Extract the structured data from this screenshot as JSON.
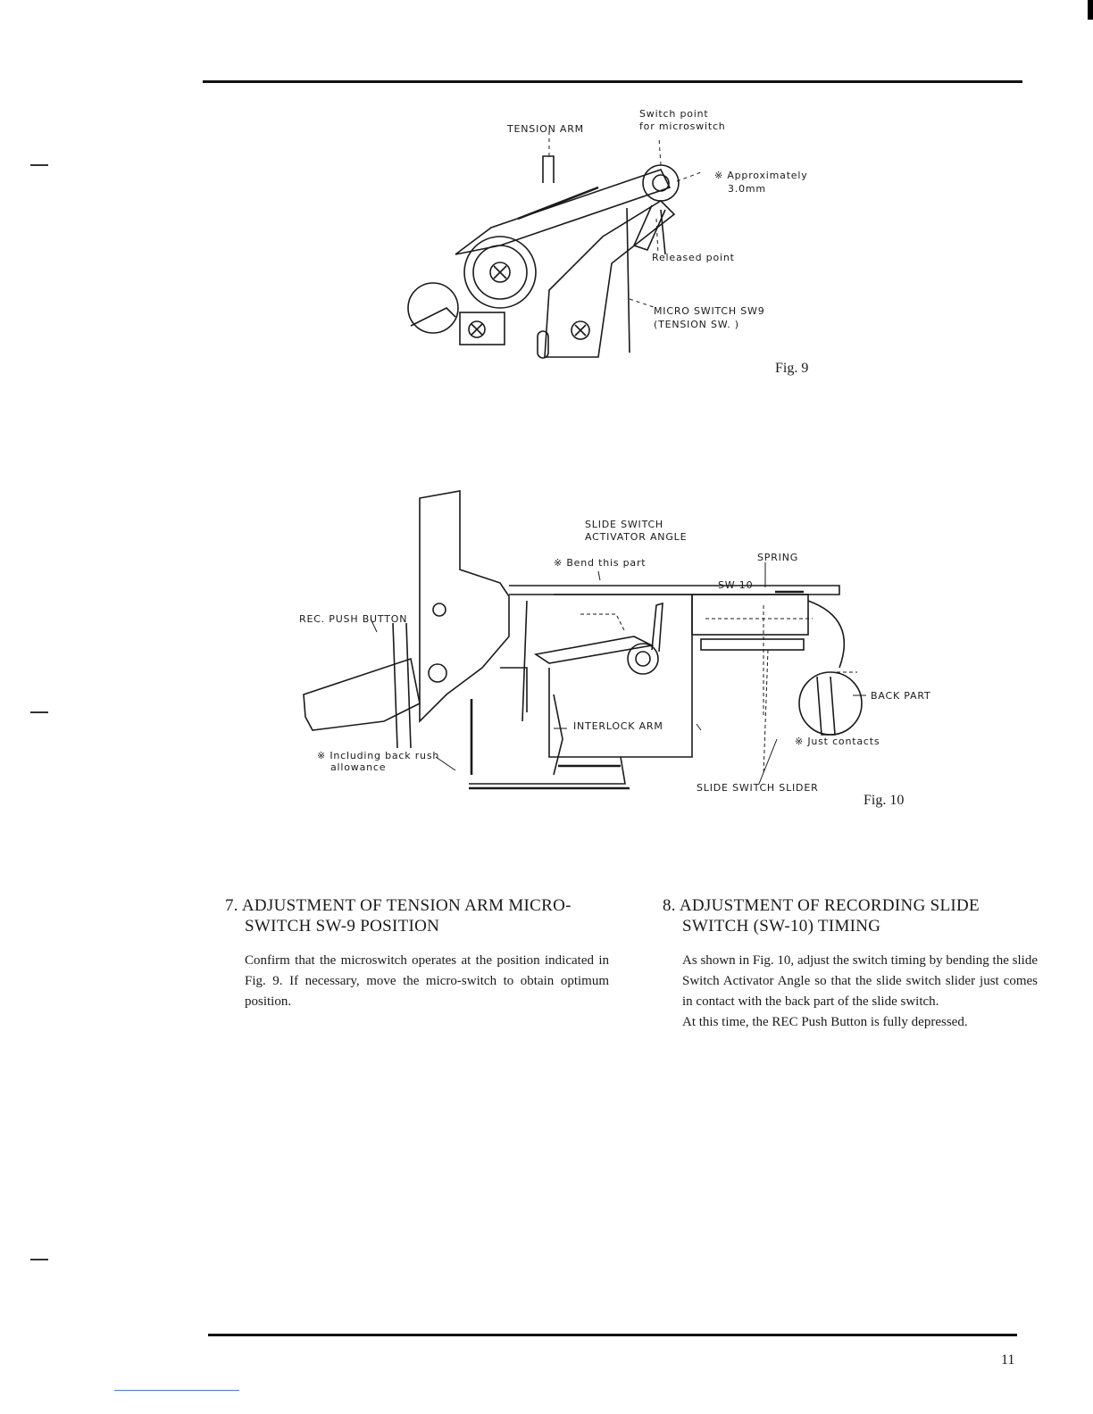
{
  "figure9": {
    "caption": "Fig. 9",
    "labels": {
      "tension_arm": "TENSION ARM",
      "switch_point_line1": "Switch point",
      "switch_point_line2": "for microswitch",
      "approx_line1": "※ Approximately",
      "approx_line2": "3.0mm",
      "released_point": "Released point",
      "micro_switch_line1": "MICRO SWITCH SW9",
      "micro_switch_line2": "(TENSION SW. )"
    }
  },
  "figure10": {
    "caption": "Fig. 10",
    "labels": {
      "slide_switch_line1": "SLIDE SWITCH",
      "slide_switch_line2": "ACTIVATOR ANGLE",
      "bend_this_part": "※ Bend this part",
      "spring": "SPRING",
      "sw10": "SW-10",
      "rec_push_button": "REC. PUSH BUTTON",
      "back_part": "BACK PART",
      "interlock_arm": "INTERLOCK ARM",
      "just_contacts": "※ Just contacts",
      "including_line1": "※ Including back rush",
      "including_line2": "allowance",
      "slide_switch_slider": "SLIDE SWITCH SLIDER"
    }
  },
  "section7": {
    "heading": "7. ADJUSTMENT OF TENSION ARM MICRO-SWITCH SW-9 POSITION",
    "body": "Confirm that the microswitch operates at the position indicated in Fig. 9. If necessary, move the micro-switch to obtain optimum position."
  },
  "section8": {
    "heading": "8. ADJUSTMENT OF RECORDING SLIDE SWITCH (SW-10) TIMING",
    "body1": "As shown in Fig. 10, adjust the switch timing by bending the slide Switch Activator Angle so that the slide switch slider just comes in contact with the back part of the slide switch.",
    "body2": "At this time, the REC Push Button is fully depressed."
  },
  "page_number": "11"
}
